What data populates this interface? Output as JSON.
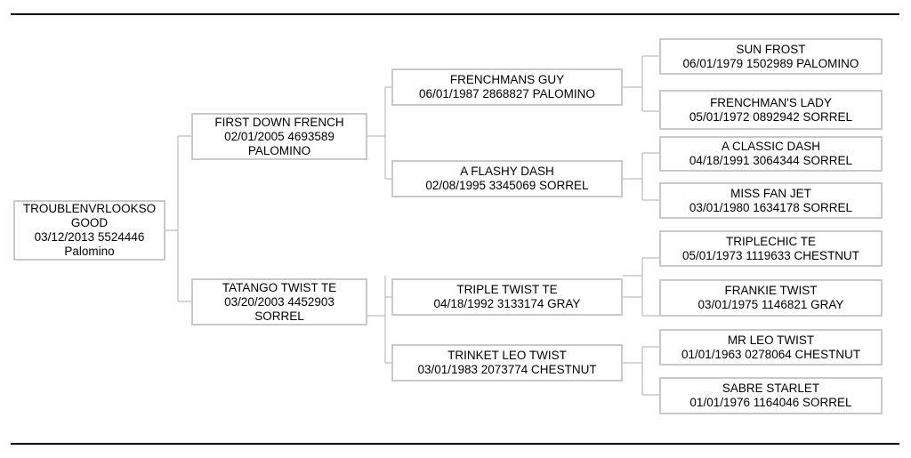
{
  "pedigree": {
    "subject": {
      "lines": [
        "TROUBLENVRLOOKSO",
        "GOOD",
        "03/12/2013 5524446",
        "Palomino"
      ]
    },
    "sire": {
      "lines": [
        "FIRST DOWN FRENCH",
        "02/01/2005 4693589",
        "PALOMINO"
      ]
    },
    "dam": {
      "lines": [
        "TATANGO TWIST TE",
        "03/20/2003 4452903",
        "SORREL"
      ]
    },
    "sire_sire": {
      "lines": [
        "FRENCHMANS GUY",
        "06/01/1987 2868827 PALOMINO"
      ]
    },
    "sire_dam": {
      "lines": [
        "A FLASHY DASH",
        "02/08/1995 3345069 SORREL"
      ]
    },
    "dam_sire": {
      "lines": [
        "TRIPLE TWIST TE",
        "04/18/1992 3133174 GRAY"
      ]
    },
    "dam_dam": {
      "lines": [
        "TRINKET LEO TWIST",
        "03/01/1983 2073774 CHESTNUT"
      ]
    },
    "ss_sire": {
      "lines": [
        "SUN FROST",
        "06/01/1979 1502989 PALOMINO"
      ]
    },
    "ss_dam": {
      "lines": [
        "FRENCHMAN'S LADY",
        "05/01/1972 0892942 SORREL"
      ]
    },
    "sd_sire": {
      "lines": [
        "A CLASSIC DASH",
        "04/18/1991 3064344 SORREL"
      ]
    },
    "sd_dam": {
      "lines": [
        "MISS FAN JET",
        "03/01/1980 1634178 SORREL"
      ]
    },
    "ds_sire": {
      "lines": [
        "TRIPLECHIC TE",
        "05/01/1973 1119633 CHESTNUT"
      ]
    },
    "ds_dam": {
      "lines": [
        "FRANKIE TWIST",
        "03/01/1975 1146821 GRAY"
      ]
    },
    "dd_sire": {
      "lines": [
        "MR LEO TWIST",
        "01/01/1963 0278064 CHESTNUT"
      ]
    },
    "dd_dam": {
      "lines": [
        "SABRE STARLET",
        "01/01/1976 1164046 SORREL"
      ]
    }
  }
}
